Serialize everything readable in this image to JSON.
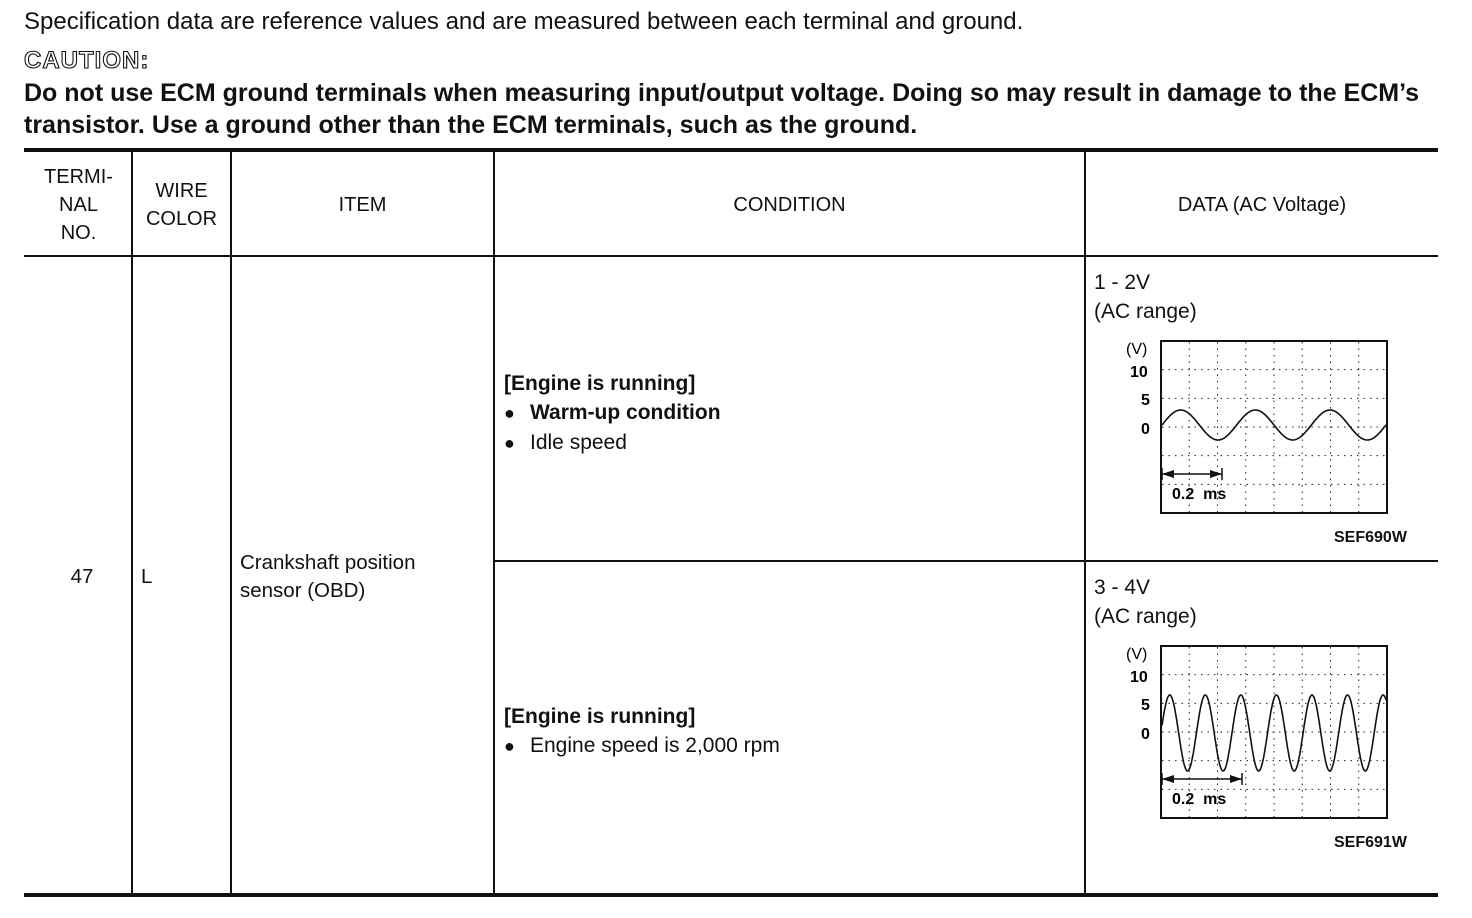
{
  "intro": "Specification data are reference values and are measured between each terminal and ground.",
  "caution_label": "CAUTION:",
  "caution_text": "Do not use ECM ground terminals when measuring input/output voltage. Doing so may result in damage to the ECM’s transistor. Use a ground other than the ECM terminals, such as the ground.",
  "table": {
    "headers": {
      "terminal": [
        "TERMI-",
        "NAL",
        "NO."
      ],
      "wire": [
        "WIRE",
        "COLOR"
      ],
      "item": "ITEM",
      "condition": "CONDITION",
      "data": "DATA (AC Voltage)"
    },
    "row": {
      "terminal_no": "47",
      "wire_color": "L",
      "item": [
        "Crankshaft position",
        "sensor (OBD)"
      ],
      "conditions": [
        {
          "heading": "[Engine is running]",
          "bullets": [
            {
              "text": "Warm-up condition",
              "bold": true
            },
            {
              "text": "Idle speed",
              "bold": false
            }
          ],
          "data_value": "1 - 2V",
          "data_range": "(AC range)",
          "figure": {
            "unit": "(V)",
            "ticks": [
              "10",
              "5",
              "0"
            ],
            "time_label": "0.2  ms",
            "code": "SEF690W"
          }
        },
        {
          "heading": "[Engine is running]",
          "bullets": [
            {
              "text": "Engine speed is 2,000 rpm",
              "bold": false
            }
          ],
          "data_value": "3 - 4V",
          "data_range": "(AC range)",
          "figure": {
            "unit": "(V)",
            "ticks": [
              "10",
              "5",
              "0"
            ],
            "time_label": "0.2  ms",
            "code": "SEF691W"
          }
        }
      ]
    }
  }
}
